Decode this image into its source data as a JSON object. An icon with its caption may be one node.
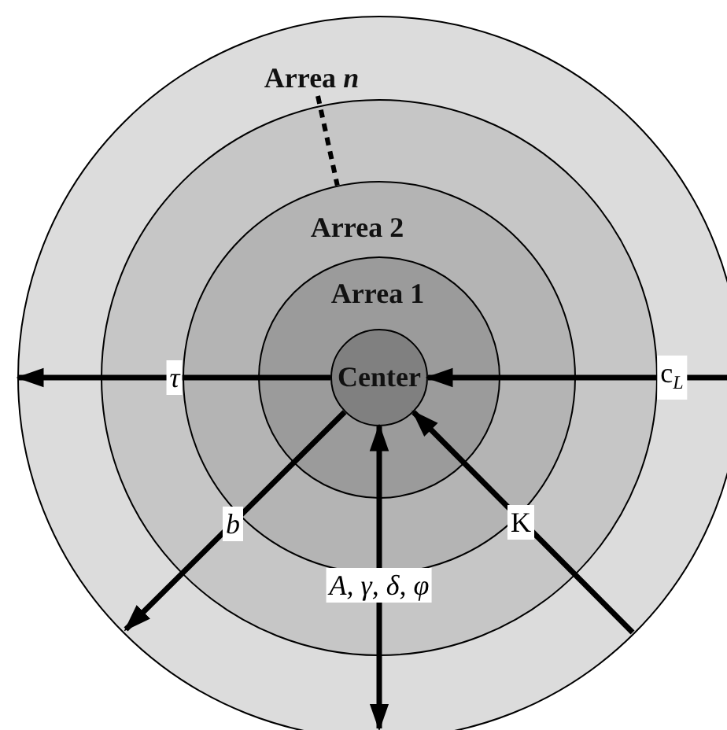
{
  "diagram": {
    "nodes": [
      {
        "text": [
          "Arrea *n*"
        ]
      },
      {
        "text": [],
        "shape": "circle",
        "in": 0
      },
      {
        "text": [
          "Arrea 2"
        ],
        "in": 1
      },
      {
        "text": [
          "Arrea 1"
        ],
        "in": 2
      },
      {
        "text": [
          "Center"
        ],
        "in": 3
      }
    ],
    "edges": [
      {
        "from": 4,
        "to": null,
        "arrow": "to",
        "label": "τ"
      },
      {
        "from": null,
        "to": 4,
        "arrow": "to",
        "label": "c$_{L}$"
      },
      {
        "from": 4,
        "to": null,
        "arrow": "to",
        "label": "b"
      },
      {
        "from": 4,
        "to": null,
        "arrow": "both",
        "label": "A, γ, δ, φ"
      },
      {
        "from": null,
        "to": 4,
        "arrow": "to",
        "label": "K"
      },
      {
        "from": 0,
        "to": 2,
        "arrow": "none",
        "style": "dashed"
      }
    ]
  }
}
